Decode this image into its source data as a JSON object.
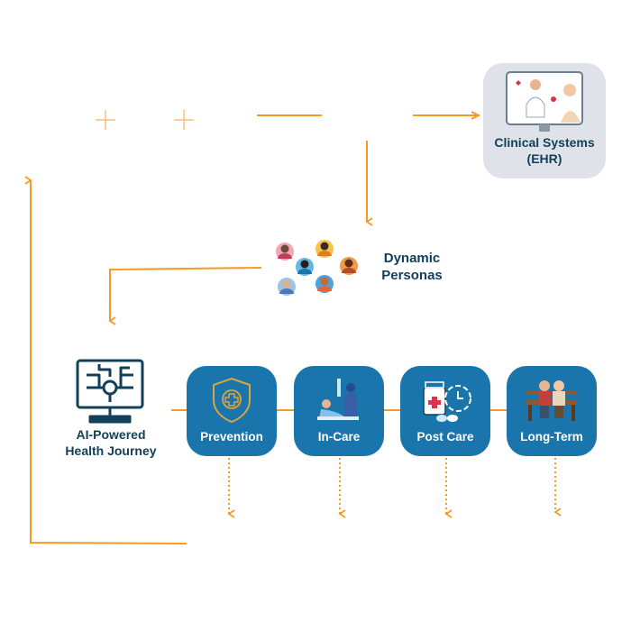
{
  "nodes": {
    "clinical_systems": {
      "line1": "Clinical Systems",
      "line2": "(EHR)"
    },
    "dynamic_personas": {
      "line1": "Dynamic",
      "line2": "Personas"
    },
    "ai_journey": {
      "line1": "AI-Powered",
      "line2": "Health Journey"
    }
  },
  "stages": [
    {
      "label": "Prevention",
      "icon": "shield-cross-icon"
    },
    {
      "label": "In-Care",
      "icon": "patient-care-icon"
    },
    {
      "label": "Post Care",
      "icon": "medicine-clock-icon"
    },
    {
      "label": "Long-Term",
      "icon": "elderly-couple-icon"
    }
  ],
  "colors": {
    "connector": "#f59a23",
    "stage_fill": "#1a75ad",
    "text": "#12405a",
    "card": "#dfe3e9"
  },
  "icons": {
    "ai": "ai-monitor-chip-icon",
    "ehr": "doctor-screen-icon",
    "personas": "persona-avatars-icon"
  }
}
